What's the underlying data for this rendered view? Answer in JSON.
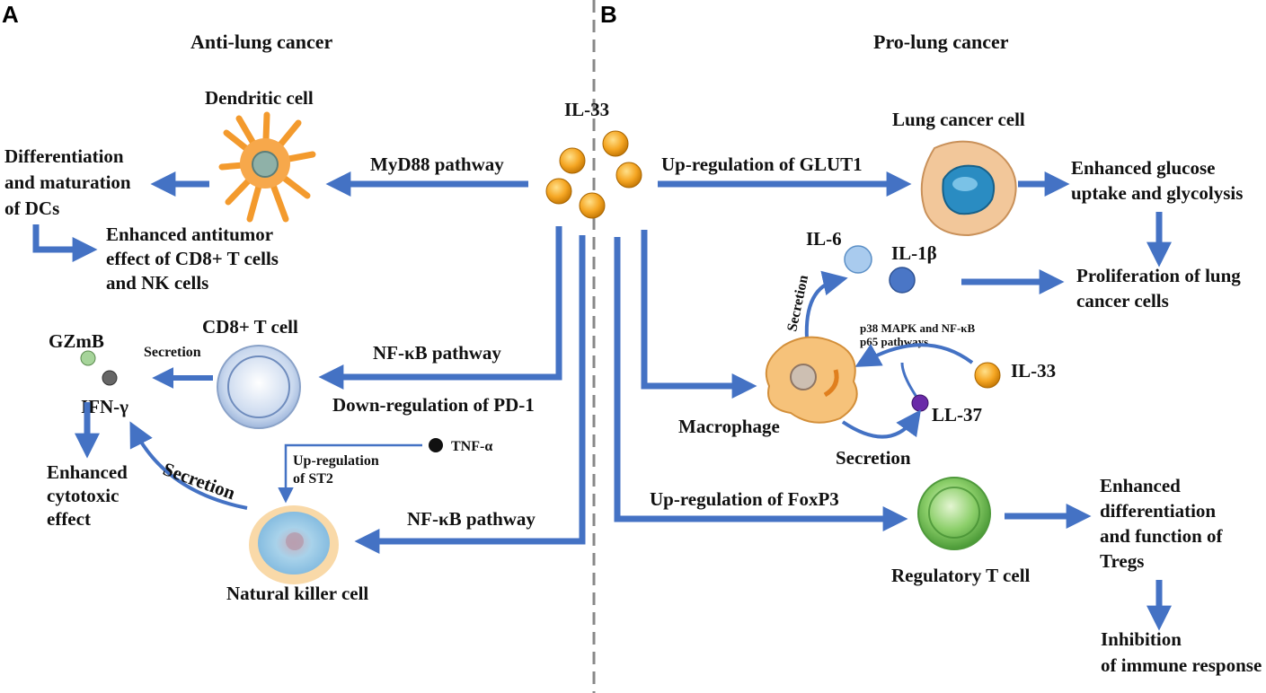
{
  "panels": {
    "a": "A",
    "b": "B"
  },
  "headings": {
    "anti": "Anti-lung cancer",
    "pro": "Pro-lung cancer"
  },
  "center": {
    "il33": "IL-33"
  },
  "left": {
    "dendritic_cell": "Dendritic cell",
    "myd88": "MyD88 pathway",
    "diff_lines": [
      "Differentiation",
      "and maturation",
      "of DCs"
    ],
    "enh_antitumor_lines": [
      "Enhanced antitumor",
      "effect of CD8+ T cells",
      "and NK cells"
    ],
    "gzmb": "GZmB",
    "secretion_cd8": "Secretion",
    "cd8_cell": "CD8+ T cell",
    "nfkb_top": "NF-κB pathway",
    "down_pd1": "Down-regulation of PD-1",
    "ifng": "IFN-γ",
    "tnfa": "TNF-α",
    "up_st2_lines": [
      "Up-regulation",
      "of ST2"
    ],
    "enh_cyto_lines": [
      "Enhanced",
      "cytotoxic",
      "effect"
    ],
    "secretion_nk": "Secretion",
    "nfkb_bottom": "NF-κB pathway",
    "nk_cell": "Natural killer cell"
  },
  "right": {
    "lung_cancer_cell": "Lung cancer cell",
    "glut1": "Up-regulation of GLUT1",
    "glucose_lines": [
      "Enhanced glucose",
      "uptake and glycolysis"
    ],
    "il6": "IL-6",
    "il1b": "IL-1β",
    "prolif_lines": [
      "Proliferation of lung",
      "cancer cells"
    ],
    "secretion_vertical": "Secretion",
    "p38_lines": [
      "p38 MAPK and NF-κB",
      "p65 pathways"
    ],
    "il33_small": "IL-33",
    "ll37": "LL-37",
    "macrophage": "Macrophage",
    "secretion_bottom": "Secretion",
    "foxp3": "Up-regulation of FoxP3",
    "treg_cell": "Regulatory T cell",
    "enh_treg_lines": [
      "Enhanced",
      "differentiation",
      "and function of",
      "Tregs"
    ],
    "inhibition_lines": [
      "Inhibition",
      "of immune response"
    ]
  },
  "colors": {
    "arrow": "#4472c4",
    "il33": "#f5a623",
    "text": "#111111"
  }
}
